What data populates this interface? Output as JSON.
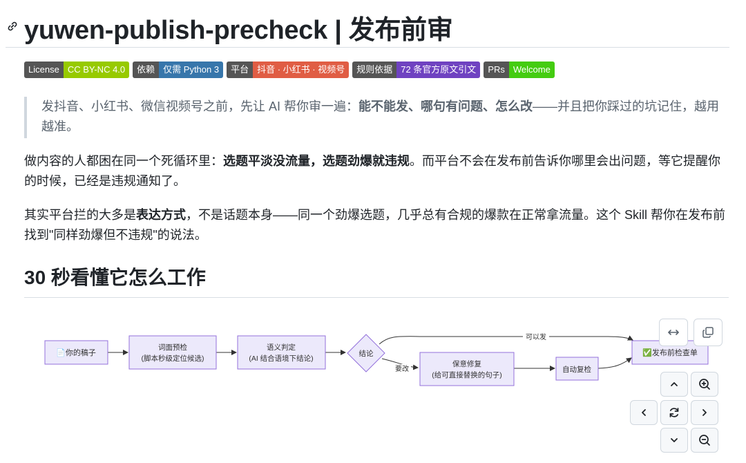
{
  "heading": {
    "title": "yuwen-publish-precheck | 发布前审"
  },
  "badges": [
    {
      "key": "License",
      "value": "CC BY-NC 4.0",
      "color": "#97ca00"
    },
    {
      "key": "依赖",
      "value": "仅需 Python 3",
      "color": "#3776ab"
    },
    {
      "key": "平台",
      "value": "抖音 · 小红书 · 视频号",
      "color": "#e05d44"
    },
    {
      "key": "规则依据",
      "value": "72 条官方原文引文",
      "color": "#6f42c1"
    },
    {
      "key": "PRs",
      "value": "Welcome",
      "color": "#4c1"
    }
  ],
  "quote": {
    "prefix": "发抖音、小红书、微信视频号之前，先让 AI 帮你审一遍：",
    "bold": "能不能发、哪句有问题、怎么改",
    "suffix": "——并且把你踩过的坑记住，越用越准。"
  },
  "para1": {
    "prefix": "做内容的人都困在同一个死循环里：",
    "bold": "选题平淡没流量，选题劲爆就违规",
    "suffix": "。而平台不会在发布前告诉你哪里会出问题，等它提醒你的时候，已经是违规通知了。"
  },
  "para2": {
    "prefix": "其实平台拦的大多是",
    "bold": "表达方式",
    "suffix": "，不是话题本身——同一个劲爆选题，几乎总有合规的爆款在正常拿流量。这个 Skill 帮你在发布前找到\"同样劲爆但不违规\"的说法。"
  },
  "section_title": "30 秒看懂它怎么工作",
  "flowchart": {
    "node_draft": "📄你的稿子",
    "node_scan_1": "词面预检",
    "node_scan_2": "(脚本秒级定位候选)",
    "node_judge_1": "语义判定",
    "node_judge_2": "(AI 结合语境下结论)",
    "node_decision": "结论",
    "edge_ok": "可以发",
    "edge_fix": "要改",
    "node_fix_1": "保意修复",
    "node_fix_2": "(给可直接替换的句子)",
    "node_recheck": "自动复检",
    "node_result": "✅发布前检查单"
  },
  "colors": {
    "node_fill": "#ece9fb",
    "node_stroke": "#9370db",
    "edge": "#333333"
  },
  "controls": [
    "fullscreen-icon",
    "copy-icon",
    "pan-up-icon",
    "zoom-in-icon",
    "pan-left-icon",
    "reset-icon",
    "pan-right-icon",
    "pan-down-icon",
    "zoom-out-icon"
  ]
}
